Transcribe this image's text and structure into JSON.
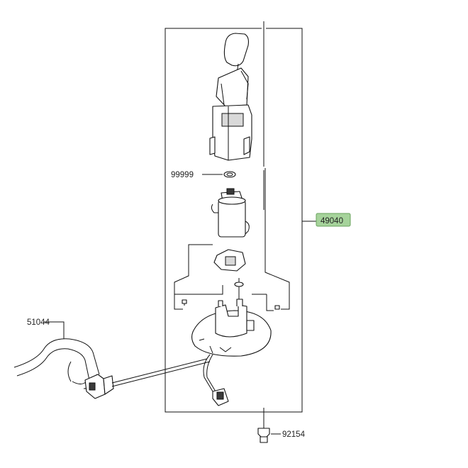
{
  "callouts": {
    "fuel_pump_assy": "49040",
    "o_ring": "99999",
    "hose": "51044",
    "bolt": "92154"
  },
  "colors": {
    "highlight_fill": "#a6d39b",
    "highlight_border": "#6aa35e",
    "line": "#111111"
  }
}
